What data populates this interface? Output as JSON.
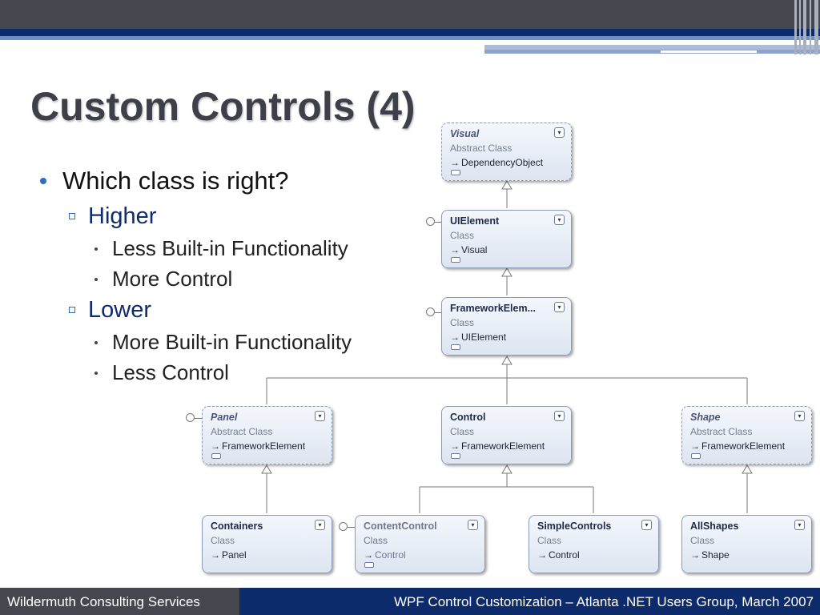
{
  "slide": {
    "title": "Custom Controls (4)",
    "bullets": {
      "level1": "Which class is right?",
      "higher": "Higher",
      "higher_items": [
        "Less Built-in Functionality",
        "More Control"
      ],
      "lower": "Lower",
      "lower_items": [
        "More Built-in Functionality",
        "Less Control"
      ]
    }
  },
  "diagram": {
    "classes": [
      {
        "id": "visual",
        "name": "Visual",
        "kind": "Abstract Class",
        "base": "DependencyObject"
      },
      {
        "id": "uielement",
        "name": "UIElement",
        "kind": "Class",
        "base": "Visual"
      },
      {
        "id": "frameworkelement",
        "name": "FrameworkElem...",
        "kind": "Class",
        "base": "UIElement"
      },
      {
        "id": "panel",
        "name": "Panel",
        "kind": "Abstract Class",
        "base": "FrameworkElement"
      },
      {
        "id": "control",
        "name": "Control",
        "kind": "Class",
        "base": "FrameworkElement"
      },
      {
        "id": "shape",
        "name": "Shape",
        "kind": "Abstract Class",
        "base": "FrameworkElement"
      },
      {
        "id": "containers",
        "name": "Containers",
        "kind": "Class",
        "base": "Panel"
      },
      {
        "id": "contentcontrol",
        "name": "ContentControl",
        "kind": "Class",
        "base": "Control"
      },
      {
        "id": "simplecontrols",
        "name": "SimpleControls",
        "kind": "Class",
        "base": "Control"
      },
      {
        "id": "allshapes",
        "name": "AllShapes",
        "kind": "Class",
        "base": "Shape"
      }
    ]
  },
  "footer": {
    "left": "Wildermuth Consulting Services",
    "right": "WPF Control Customization – Atlanta .NET Users Group, March 2007"
  },
  "colors": {
    "title": "#3e4049",
    "header_dark": "#45474f",
    "navy": "#0d2a6b",
    "level2_text": "#0f2c6e",
    "bullet_marker": "#2f6fc0"
  }
}
